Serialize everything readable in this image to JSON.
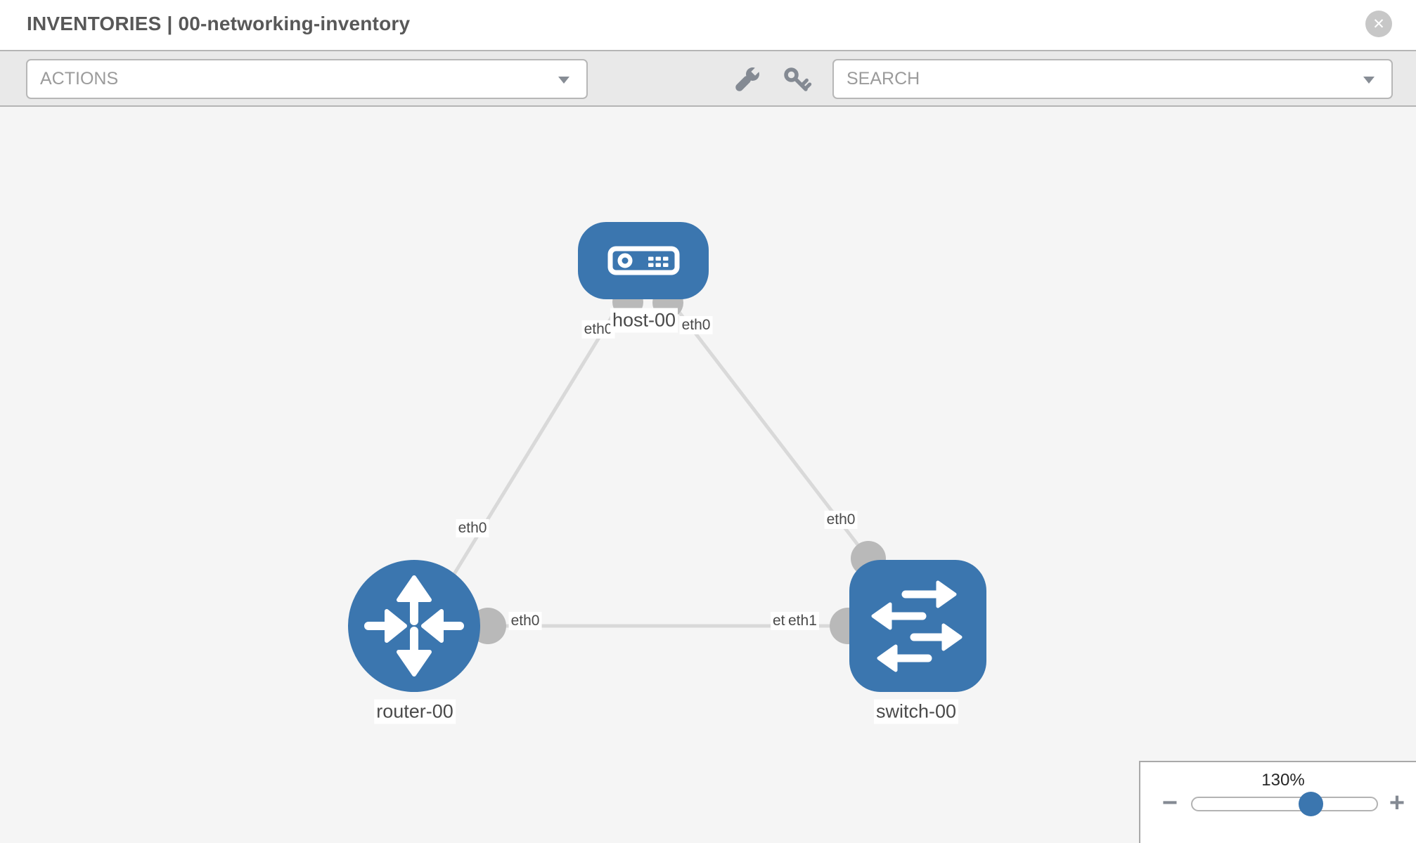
{
  "header": {
    "title": "INVENTORIES | 00-networking-inventory",
    "close_glyph": "✕"
  },
  "toolbar": {
    "actions_label": "ACTIONS",
    "search_label": "SEARCH",
    "icons": [
      "wrench-icon",
      "key-icon",
      "caret-down-icon"
    ]
  },
  "topology": {
    "nodes": [
      {
        "name": "host-00",
        "type": "host"
      },
      {
        "name": "router-00",
        "type": "router"
      },
      {
        "name": "switch-00",
        "type": "switch"
      }
    ],
    "links": [
      {
        "source": "host-00",
        "source_interface": "eth0",
        "target": "router-00",
        "target_interface": "eth0"
      },
      {
        "source": "host-00",
        "source_interface": "eth0",
        "target": "switch-00",
        "target_interface": "eth0"
      },
      {
        "source": "router-00",
        "source_interface": "eth0",
        "target": "switch-00",
        "target_interface": "eth1"
      }
    ],
    "hidden_interface_label": "eth1"
  },
  "zoom_control": {
    "level": "130%",
    "zoom_out_glyph": "−",
    "zoom_in_glyph": "+"
  },
  "colors": {
    "node_blue": "#3b76af",
    "link_gray": "#d9d9d9",
    "connector_gray": "#b9b9b9",
    "toolbar_gray": "#e9e9e9"
  }
}
